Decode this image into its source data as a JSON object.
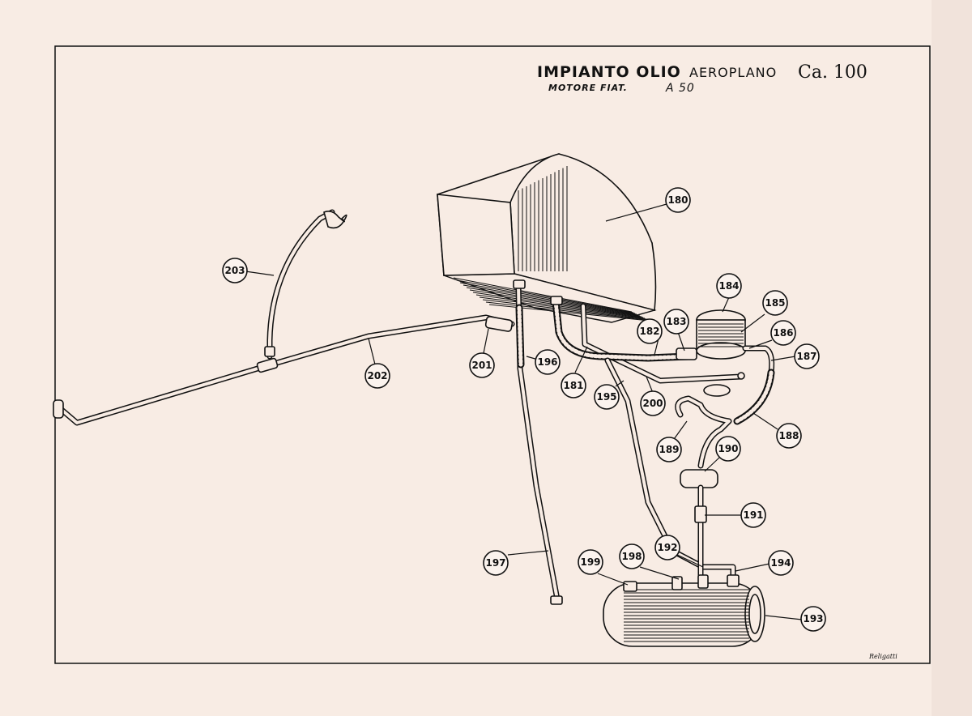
{
  "title": {
    "main": "IMPIANTO OLIO",
    "aircraft": "AEROPLANO",
    "model": "Ca. 100",
    "engine_label": "MOTORE FIAT.",
    "engine_model": "A 50"
  },
  "callouts": [
    {
      "id": "180",
      "label": "180"
    },
    {
      "id": "181",
      "label": "181"
    },
    {
      "id": "182",
      "label": "182"
    },
    {
      "id": "183",
      "label": "183"
    },
    {
      "id": "184",
      "label": "184"
    },
    {
      "id": "185",
      "label": "185"
    },
    {
      "id": "186",
      "label": "186"
    },
    {
      "id": "187",
      "label": "187"
    },
    {
      "id": "188",
      "label": "188"
    },
    {
      "id": "189",
      "label": "189"
    },
    {
      "id": "190",
      "label": "190"
    },
    {
      "id": "191",
      "label": "191"
    },
    {
      "id": "192",
      "label": "192"
    },
    {
      "id": "193",
      "label": "193"
    },
    {
      "id": "194",
      "label": "194"
    },
    {
      "id": "195",
      "label": "195"
    },
    {
      "id": "196",
      "label": "196"
    },
    {
      "id": "197",
      "label": "197"
    },
    {
      "id": "198",
      "label": "198"
    },
    {
      "id": "199",
      "label": "199"
    },
    {
      "id": "200",
      "label": "200"
    },
    {
      "id": "201",
      "label": "201"
    },
    {
      "id": "202",
      "label": "202"
    },
    {
      "id": "203",
      "label": "203"
    }
  ],
  "signature": "Religatti",
  "colors": {
    "paper": "#f8ece4",
    "ink": "#111111"
  }
}
